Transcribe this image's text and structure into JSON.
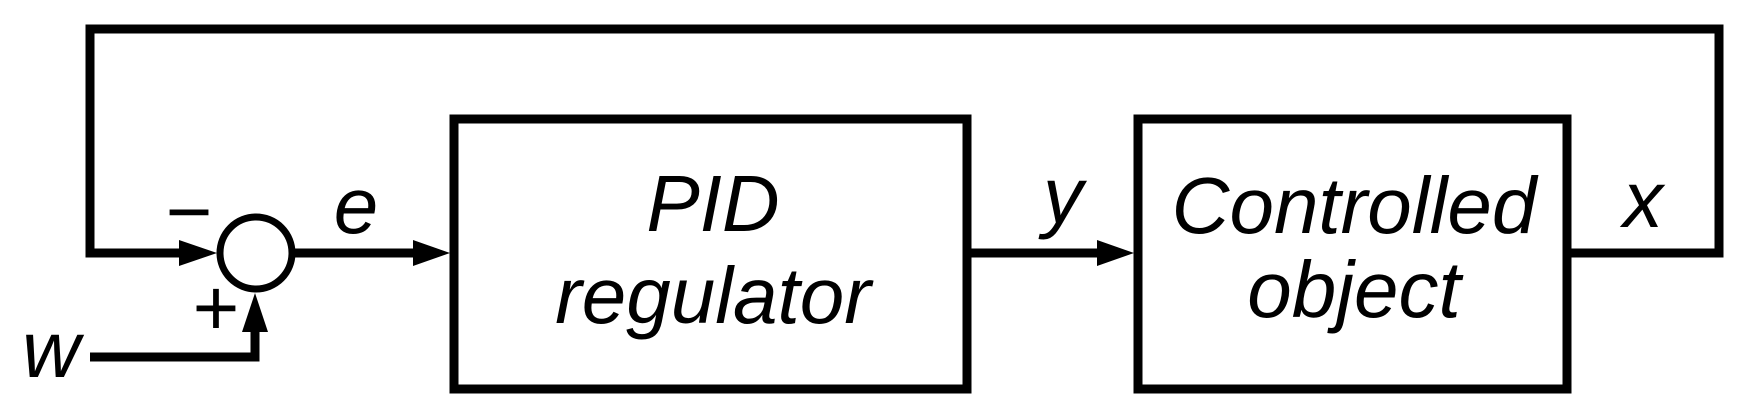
{
  "diagram": {
    "background_color": "#ffffff",
    "ink_color": "#000000",
    "blocks": [
      {
        "name": "pid-regulator",
        "label_line1": "PID",
        "label_line2": "regulator"
      },
      {
        "name": "controlled-object",
        "label_line1": "Controlled",
        "label_line2": "object"
      }
    ],
    "signal_labels": {
      "setpoint": "w",
      "error": "e",
      "control": "y",
      "output": "x"
    },
    "summing_junction": {
      "feedback_sign": "−",
      "setpoint_sign": "+"
    }
  }
}
